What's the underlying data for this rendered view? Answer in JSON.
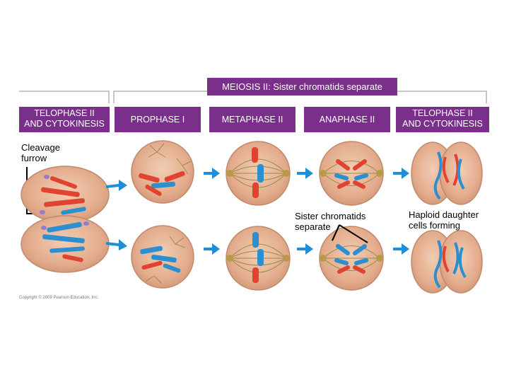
{
  "header": {
    "title": "MEIOSIS II: Sister chromatids separate"
  },
  "stages": [
    {
      "line1": "TELOPHASE II",
      "line2": "AND CYTOKINESIS"
    },
    {
      "line1": "PROPHASE I"
    },
    {
      "line1": "METAPHASE II"
    },
    {
      "line1": "ANAPHASE II"
    },
    {
      "line1": "TELOPHASE II",
      "line2": "AND CYTOKINESIS"
    }
  ],
  "labels": {
    "cleavage_1": "Cleavage",
    "cleavage_2": "furrow",
    "sister_1": "Sister chromatids",
    "sister_2": "separate",
    "haploid_1": "Haploid daughter",
    "haploid_2": "cells forming"
  },
  "copyright": "Copyright © 2009 Pearson Education, Inc.",
  "colors": {
    "header_bg": "#7a2f8a",
    "cell_fill": "#e3b394",
    "arrow": "#1e8fd6",
    "chromosome_red": "#e0432f",
    "chromosome_blue": "#2b8fd0",
    "spindle": "#9c8b4a"
  }
}
